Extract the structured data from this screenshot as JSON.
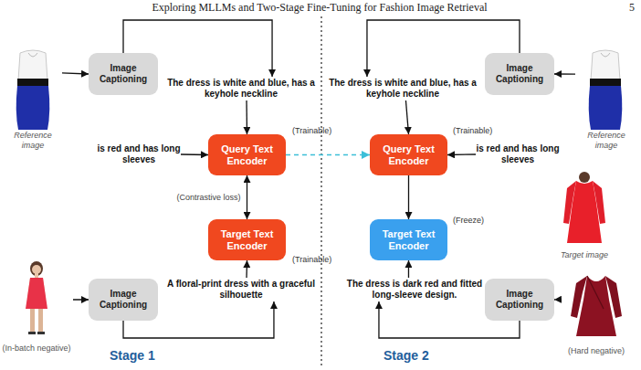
{
  "diagram": {
    "nodes": [
      {
        "text": [
          "Reference image"
        ]
      },
      {
        "text": [
          "Image Captioning"
        ]
      },
      {
        "text": [
          "The dress is white and blue, has a keyhole neckline"
        ]
      },
      {
        "text": [
          "is red and has long sleeves"
        ]
      },
      {
        "text": [
          "Query Text Encoder"
        ]
      },
      {
        "text": [
          "Target Text Encoder"
        ]
      },
      {
        "text": [
          "(In-batch negative)"
        ]
      },
      {
        "text": [
          "Image Captioning"
        ]
      },
      {
        "text": [
          "A floral-print dress with a graceful silhouette"
        ]
      },
      {
        "text": [
          "The dress is white and blue, has a keyhole neckline"
        ]
      },
      {
        "text": [
          "Image Captioning"
        ]
      },
      {
        "text": [
          "Reference image"
        ]
      },
      {
        "text": [
          "Query Text Encoder"
        ]
      },
      {
        "text": [
          "is red and has long sleeves"
        ]
      },
      {
        "text": [
          "Target image"
        ]
      },
      {
        "text": [
          "Target Text Encoder"
        ]
      },
      {
        "text": [
          "The dress is dark red and fitted long-sleeve design."
        ]
      },
      {
        "text": [
          "Image Captioning"
        ]
      },
      {
        "text": [
          "(Hard negative)"
        ]
      }
    ],
    "edges": [
      {
        "from": 0,
        "to": 1,
        "arrow": "to"
      },
      {
        "from": 1,
        "to": 2,
        "arrow": "to"
      },
      {
        "from": 2,
        "to": 4,
        "arrow": "to"
      },
      {
        "from": 3,
        "to": 4,
        "arrow": "to"
      },
      {
        "from": 4,
        "to": 5,
        "arrow": "both",
        "label": "(Contrastive loss)"
      },
      {
        "from": 8,
        "to": 5,
        "arrow": "to"
      },
      {
        "from": 7,
        "to": 8,
        "arrow": "to"
      },
      {
        "from": 6,
        "to": 7,
        "arrow": "to"
      },
      {
        "from": 4,
        "to": 12,
        "arrow": "to"
      },
      {
        "from": 11,
        "to": 10,
        "arrow": "to"
      },
      {
        "from": 10,
        "to": 9,
        "arrow": "to"
      },
      {
        "from": 9,
        "to": 12,
        "arrow": "to"
      },
      {
        "from": 13,
        "to": 12,
        "arrow": "to"
      },
      {
        "from": 12,
        "to": 15,
        "arrow": "to"
      },
      {
        "from": 16,
        "to": 15,
        "arrow": "to"
      },
      {
        "from": 17,
        "to": 16,
        "arrow": "to"
      },
      {
        "from": 18,
        "to": 17,
        "arrow": "to"
      }
    ],
    "labels": [
      "Exploring MLLMs and Two-Stage Fine-Tuning for Fashion Image Retrieval",
      "5",
      "(Trainable)",
      "(Trainable)",
      "(Trainable)",
      "(Freeze)",
      "Stage 1",
      "Stage 2"
    ]
  }
}
